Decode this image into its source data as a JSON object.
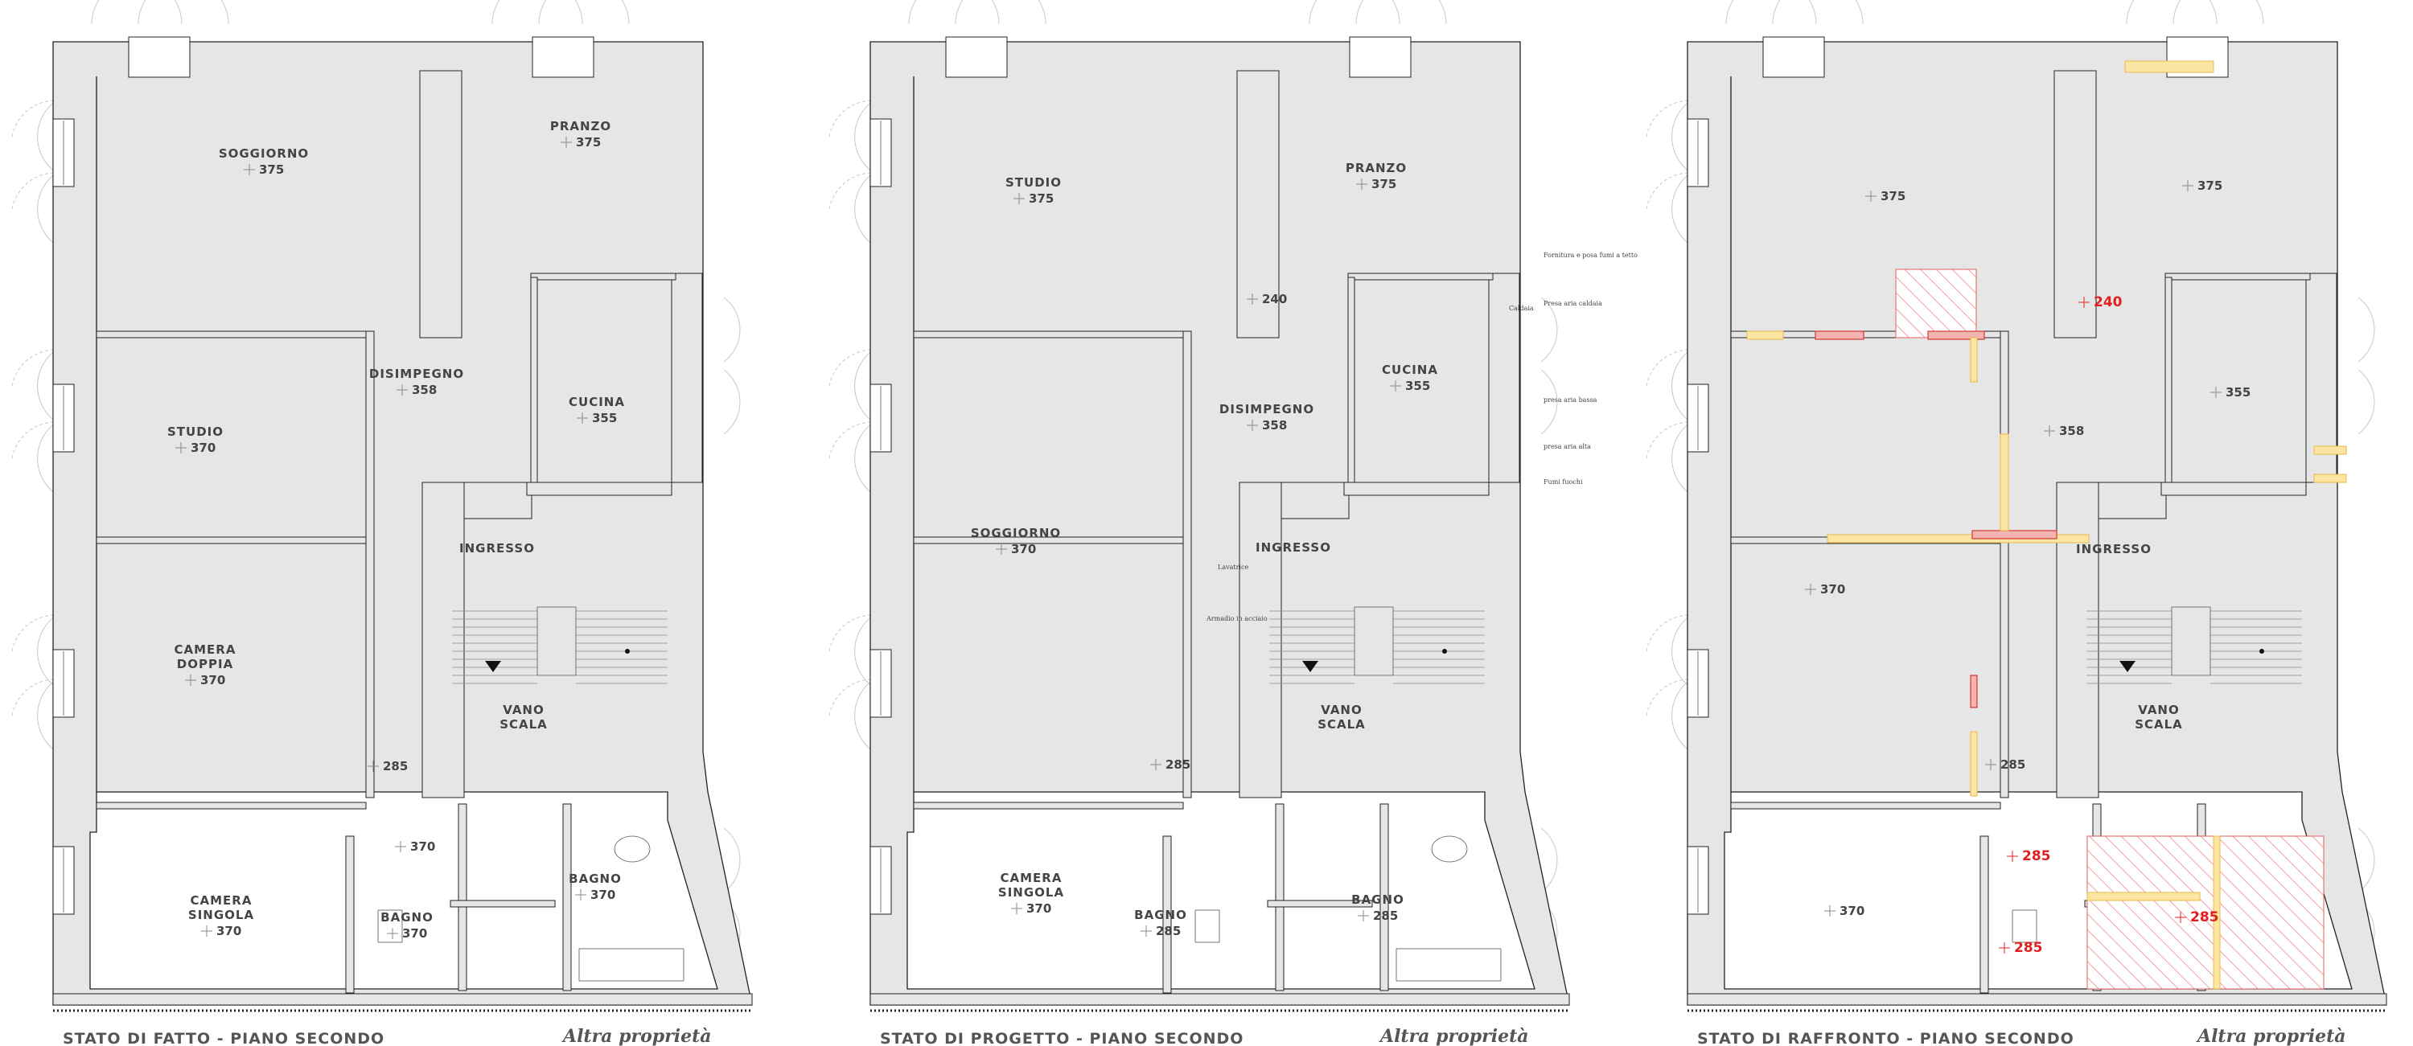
{
  "panels": [
    {
      "caption": "STATO DI FATTO - PIANO SECONDO",
      "other_property": "Altra proprietà",
      "rooms": [
        {
          "name": "SOGGIORNO",
          "height": "375"
        },
        {
          "name": "PRANZO",
          "height": "375"
        },
        {
          "name": "DISIMPEGNO",
          "height": "358"
        },
        {
          "name": "CUCINA",
          "height": "355"
        },
        {
          "name": "STUDIO",
          "height": "370"
        },
        {
          "name": "INGRESSO",
          "height": ""
        },
        {
          "name": "CAMERA\nDOPPIA",
          "height": "370"
        },
        {
          "name": "VANO\nSCALA",
          "height": ""
        },
        {
          "name": "",
          "height": "285"
        },
        {
          "name": "",
          "height": "370"
        },
        {
          "name": "CAMERA\nSINGOLA",
          "height": "370"
        },
        {
          "name": "BAGNO",
          "height": "370"
        },
        {
          "name": "BAGNO",
          "height": "370"
        }
      ]
    },
    {
      "caption": "STATO DI PROGETTO - PIANO SECONDO",
      "other_property": "Altra proprietà",
      "rooms": [
        {
          "name": "STUDIO",
          "height": "375"
        },
        {
          "name": "PRANZO",
          "height": "375"
        },
        {
          "name": "",
          "height": "240"
        },
        {
          "name": "CUCINA",
          "height": "355"
        },
        {
          "name": "DISIMPEGNO",
          "height": "358"
        },
        {
          "name": "SOGGIORNO",
          "height": "370"
        },
        {
          "name": "INGRESSO",
          "height": ""
        },
        {
          "name": "VANO\nSCALA",
          "height": ""
        },
        {
          "name": "",
          "height": "285"
        },
        {
          "name": "CAMERA\nSINGOLA",
          "height": "370"
        },
        {
          "name": "BAGNO",
          "height": "285"
        },
        {
          "name": "BAGNO",
          "height": "285"
        }
      ],
      "notes": [
        "Fornitura e posa fumi a tetto",
        "Caldaia",
        "Presa aria caldaia",
        "presa aria bassa",
        "presa aria alta",
        "Fumi fuochi",
        "Lavatrice",
        "Armadio in acciaio"
      ]
    },
    {
      "caption": "STATO DI RAFFRONTO - PIANO SECONDO",
      "other_property": "Altra proprietà",
      "rooms": [
        {
          "name": "",
          "height": "375"
        },
        {
          "name": "",
          "height": "375"
        },
        {
          "name": "",
          "height": "240",
          "highlight": true
        },
        {
          "name": "",
          "height": "355"
        },
        {
          "name": "",
          "height": "358"
        },
        {
          "name": "",
          "height": "370"
        },
        {
          "name": "INGRESSO",
          "height": ""
        },
        {
          "name": "VANO\nSCALA",
          "height": ""
        },
        {
          "name": "",
          "height": "285"
        },
        {
          "name": "",
          "height": "370"
        },
        {
          "name": "",
          "height": "285",
          "highlight": true
        },
        {
          "name": "",
          "height": "285",
          "highlight": true
        },
        {
          "name": "",
          "height": "285",
          "highlight": true
        }
      ]
    }
  ],
  "colors": {
    "wall_fill": "#e6e6e6",
    "demolished": "#fbe6a3",
    "new_construction": "#f3b3b0",
    "highlight_text": "#e02020"
  }
}
